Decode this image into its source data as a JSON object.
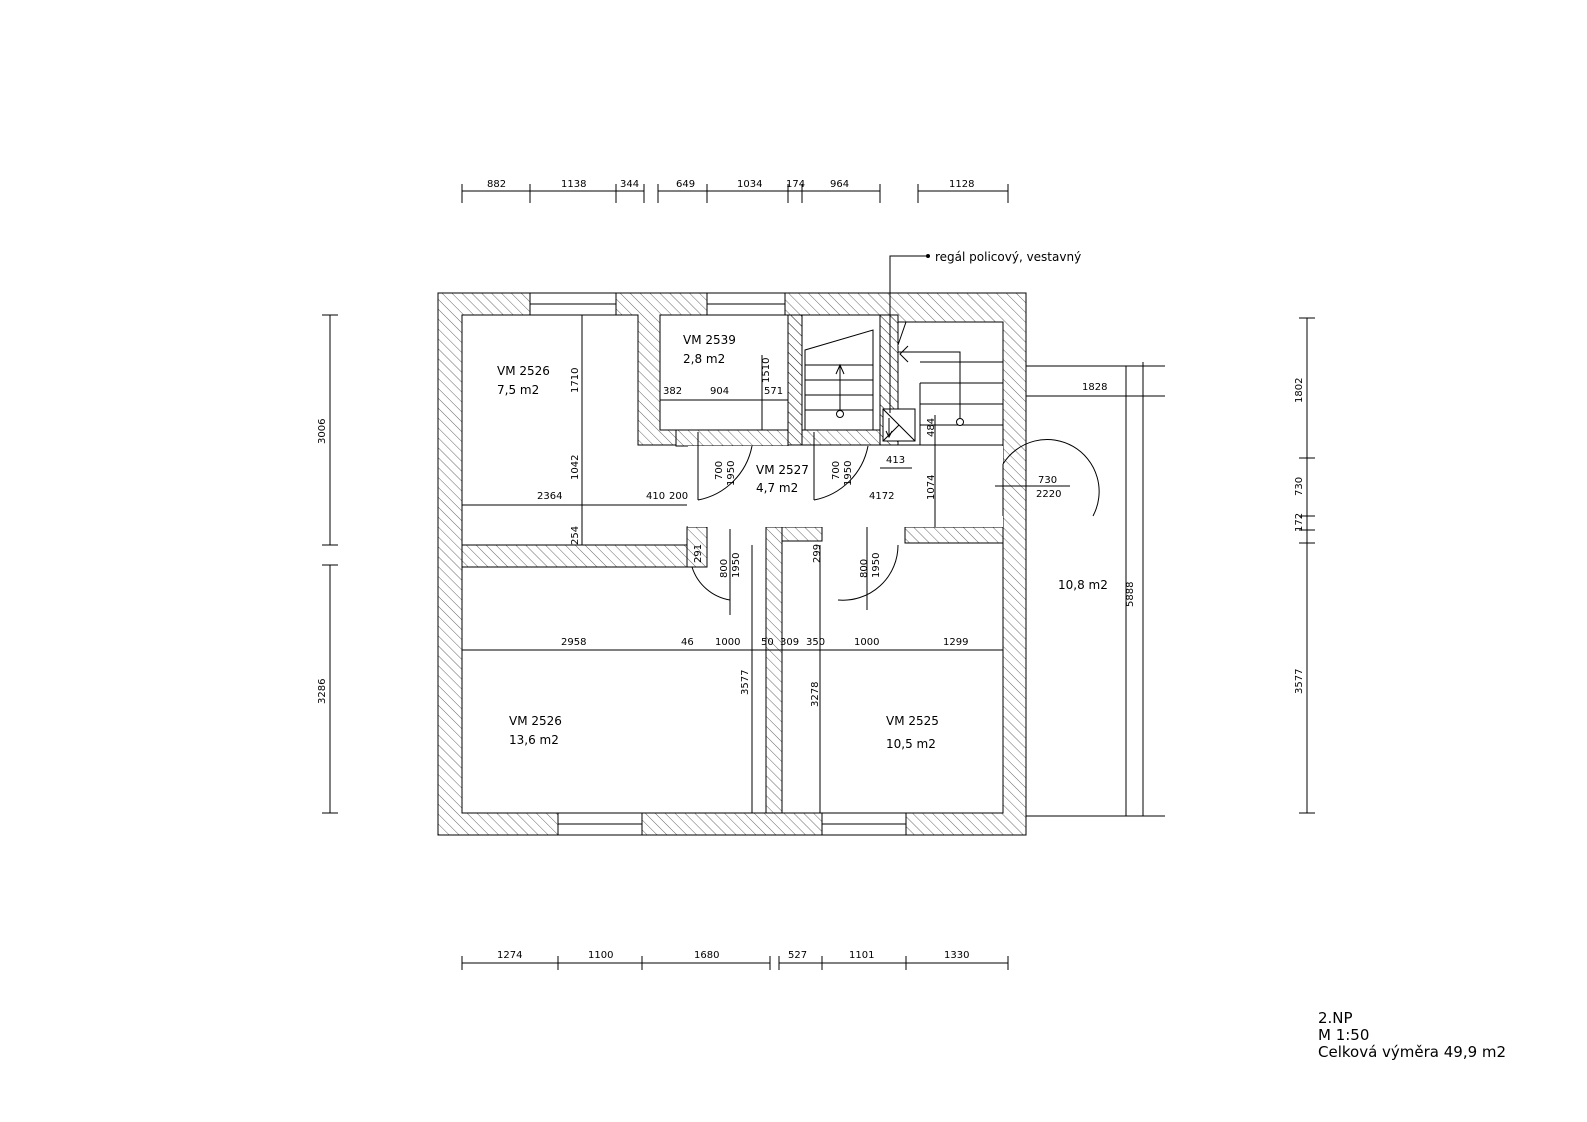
{
  "title_block": {
    "floor": "2.NP",
    "scale": "M 1:50",
    "total_area": "Celková výměra 49,9 m2"
  },
  "rooms": [
    {
      "id": "VM 2526",
      "area": "7,5 m2"
    },
    {
      "id": "VM 2539",
      "area": "2,8 m2"
    },
    {
      "id": "VM 2527",
      "area": "4,7 m2"
    },
    {
      "id": "VM 2526",
      "area": "13,6 m2"
    },
    {
      "id": "VM 2525",
      "area": "10,5 m2"
    },
    {
      "id": "",
      "area": "10,8 m2"
    }
  ],
  "annotation": "regál policový, vestavný",
  "dims": {
    "top": [
      "882",
      "1138",
      "344",
      "649",
      "1034",
      "174",
      "964",
      "1128"
    ],
    "bottom": [
      "1274",
      "1100",
      "1680",
      "527",
      "1101",
      "1330"
    ],
    "left": [
      "3006",
      "3286"
    ],
    "right": [
      "1802",
      "730",
      "172",
      "3577"
    ],
    "interior": [
      "1710",
      "1042",
      "254",
      "2364",
      "410",
      "200",
      "382",
      "904",
      "571",
      "1510",
      "700",
      "1950",
      "700",
      "1950",
      "413",
      "484",
      "1074",
      "4172",
      "730",
      "2220",
      "1828",
      "5888",
      "291",
      "800",
      "1950",
      "299",
      "800",
      "1950",
      "2958",
      "46",
      "1000",
      "50",
      "309",
      "350",
      "1000",
      "1299",
      "3577",
      "3278"
    ]
  },
  "icons": {
    "stair": "stair-arrow-icon",
    "shelf": "shelf-icon"
  }
}
